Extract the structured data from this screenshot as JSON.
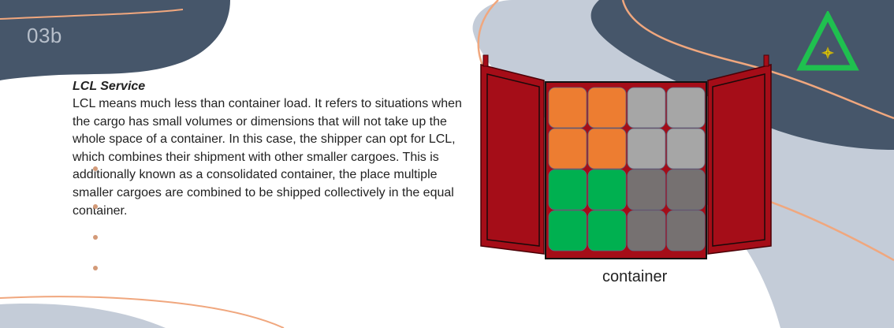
{
  "slide": {
    "number": "03b"
  },
  "content": {
    "heading": "LCL Service",
    "body": "LCL means much less than container load. It refers to situations when the cargo has small volumes or dimensions that will not take up the whole space of a container. In this case, the shipper can opt for LCL, which combines their shipment with other smaller cargoes. This is additionally known as a consolidated container, the place multiple smaller cargoes are combined to be shipped collectively in the equal container."
  },
  "figure": {
    "caption": "container",
    "box_colors": [
      [
        "#ed7d31",
        "#ed7d31",
        "#a6a6a6",
        "#a6a6a6"
      ],
      [
        "#ed7d31",
        "#ed7d31",
        "#a6a6a6",
        "#a6a6a6"
      ],
      [
        "#00b050",
        "#00b050",
        "#767171",
        "#767171"
      ],
      [
        "#00b050",
        "#00b050",
        "#767171",
        "#767171"
      ]
    ],
    "container_color": "#a50d18"
  },
  "theme": {
    "dark_shape": "#46566a",
    "light_shape": "#c4ccd8",
    "accent_line": "#f0a77e",
    "logo_color": "#1fc04f"
  }
}
